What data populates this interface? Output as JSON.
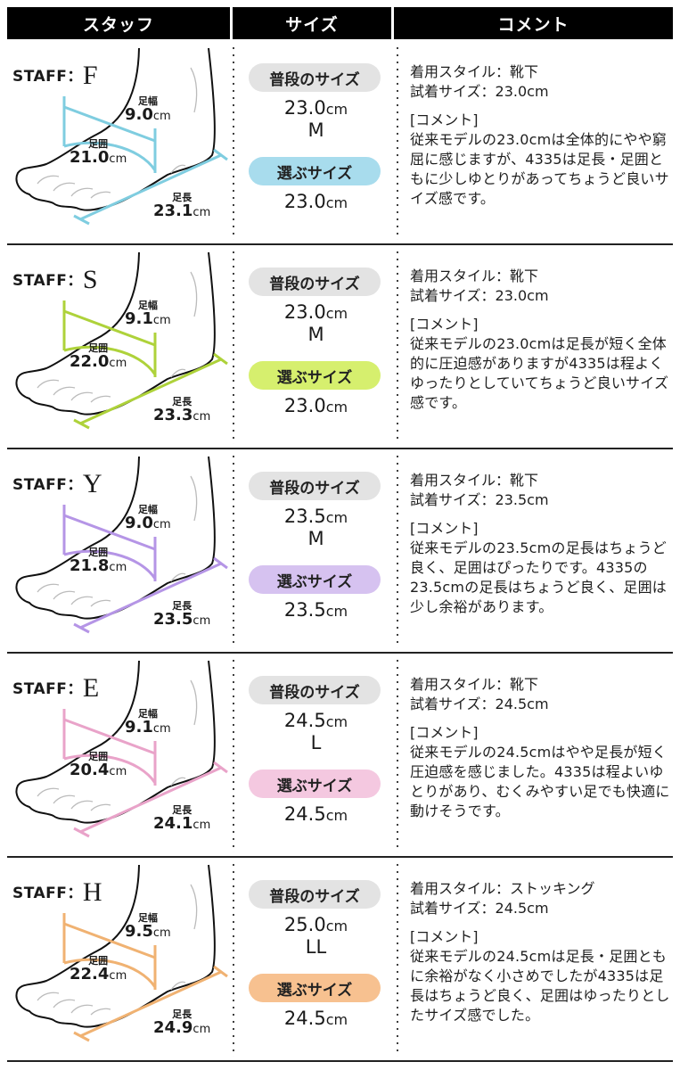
{
  "header": {
    "col_staff": "スタッフ",
    "col_size": "サイズ",
    "col_comment": "コメント"
  },
  "labels": {
    "staff_prefix": "STAFF：",
    "width_label": "足幅",
    "girth_label": "足囲",
    "length_label": "足長",
    "unit": "cm",
    "usual_size_label": "普段のサイズ",
    "pick_size_label": "選ぶサイズ",
    "comment_heading": "[コメント]"
  },
  "rows": [
    {
      "staff": "F",
      "color": "#7fcde0",
      "pill_color": "#a8dced",
      "width": "9.0",
      "girth": "21.0",
      "length": "23.1",
      "usual_cm": "23.0",
      "usual_letter": "M",
      "pick_cm": "23.0",
      "style": "着用スタイル：靴下",
      "tried": "試着サイズ：23.0cm",
      "comment": "従来モデルの23.0cmは全体的にやや窮屈に感じますが、4335は足長・足囲ともに少しゆとりがあってちょうど良いサイズ感です。"
    },
    {
      "staff": "S",
      "color": "#aed23a",
      "pill_color": "#d6ef6e",
      "width": "9.1",
      "girth": "22.0",
      "length": "23.3",
      "usual_cm": "23.0",
      "usual_letter": "M",
      "pick_cm": "23.0",
      "style": "着用スタイル：靴下",
      "tried": "試着サイズ：23.0cm",
      "comment": "従来モデルの23.0cmは足長が短く全体的に圧迫感がありますが4335は程よくゆったりとしていてちょうど良いサイズ感です。"
    },
    {
      "staff": "Y",
      "color": "#b595e6",
      "pill_color": "#d6c2f0",
      "width": "9.0",
      "girth": "21.8",
      "length": "23.5",
      "usual_cm": "23.5",
      "usual_letter": "M",
      "pick_cm": "23.5",
      "style": "着用スタイル：靴下",
      "tried": "試着サイズ：23.5cm",
      "comment": "従来モデルの23.5cmの足長はちょうど良く、足囲はぴったりです。4335の23.5cmの足長はちょうど良く、足囲は少し余裕があります。"
    },
    {
      "staff": "E",
      "color": "#e9a3c9",
      "pill_color": "#f4c8e0",
      "width": "9.1",
      "girth": "20.4",
      "length": "24.1",
      "usual_cm": "24.5",
      "usual_letter": "L",
      "pick_cm": "24.5",
      "style": "着用スタイル：靴下",
      "tried": "試着サイズ：24.5cm",
      "comment": "従来モデルの24.5cmはやや足長が短く圧迫感を感じました。4335は程よいゆとりがあり、むくみやすい足でも快適に動けそうです。"
    },
    {
      "staff": "H",
      "color": "#f0b272",
      "pill_color": "#f7c190",
      "width": "9.5",
      "girth": "22.4",
      "length": "24.9",
      "usual_cm": "25.0",
      "usual_letter": "LL",
      "pick_cm": "24.5",
      "style": "着用スタイル：ストッキング",
      "tried": "試着サイズ：24.5cm",
      "comment": "従来モデルの24.5cmは足長・足囲ともに余裕がなく小さめでしたが4335は足長はちょうど良く、足囲はゆったりとしたサイズ感でした。"
    }
  ]
}
